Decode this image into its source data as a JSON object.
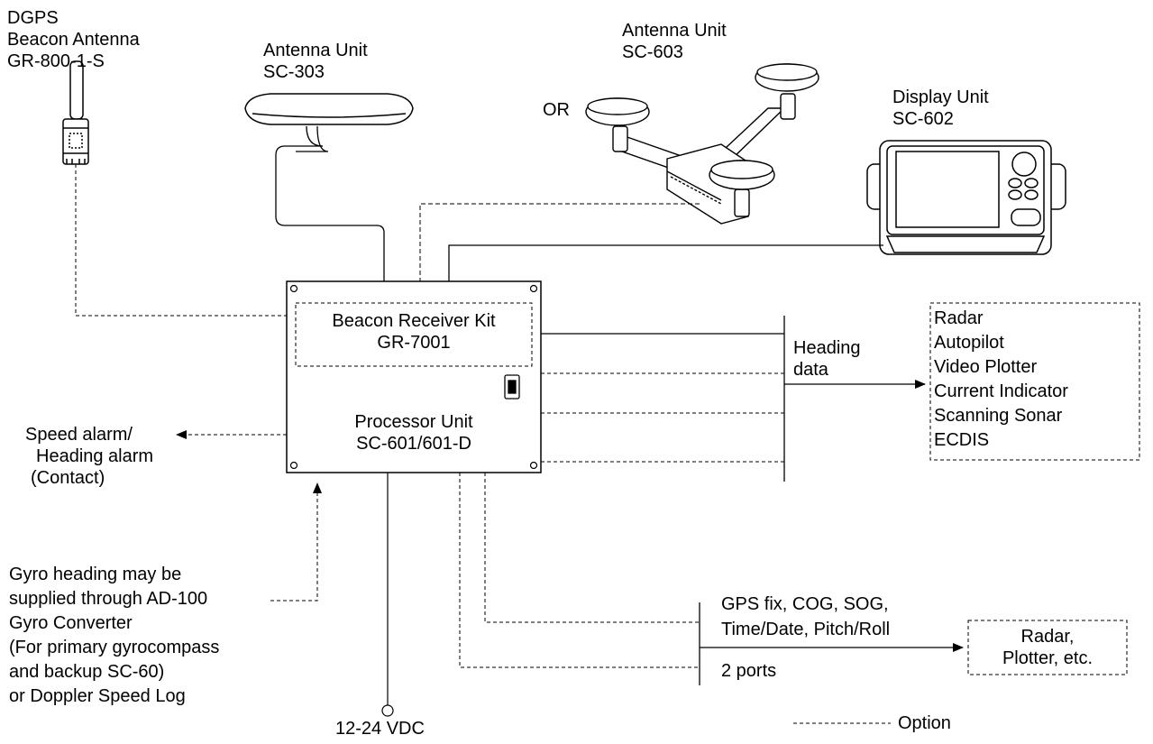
{
  "antenna_beacon": {
    "line1": "DGPS",
    "line2": "Beacon Antenna",
    "line3": "GR-800-1-S"
  },
  "antenna_sc303": {
    "line1": "Antenna Unit",
    "line2": "SC-303"
  },
  "connector_or": "OR",
  "antenna_sc603": {
    "line1": "Antenna Unit",
    "line2": "SC-603"
  },
  "display_unit": {
    "line1": "Display Unit",
    "line2": "SC-602"
  },
  "beacon_kit": {
    "line1": "Beacon Receiver Kit",
    "line2": "GR-7001"
  },
  "processor": {
    "line1": "Processor Unit",
    "line2": "SC-601/601-D"
  },
  "heading_data": {
    "line1": "Heading",
    "line2": "data"
  },
  "heading_outputs": [
    "Radar",
    "Autopilot",
    "Video Plotter",
    "Current Indicator",
    "Scanning Sonar",
    "ECDIS"
  ],
  "alarm": {
    "line1": "Speed alarm/",
    "line2": "Heading alarm",
    "line3": "(Contact)"
  },
  "gyro_note": [
    "Gyro heading may be",
    "supplied through AD-100",
    "Gyro Converter",
    "(For primary gyrocompass",
    "and backup SC-60)",
    "or Doppler Speed Log"
  ],
  "power": "12-24 VDC",
  "gps_data": {
    "line1": "GPS fix, COG, SOG,",
    "line2": "Time/Date, Pitch/Roll",
    "line3": "2 ports"
  },
  "gps_outputs": {
    "line1": "Radar,",
    "line2": "Plotter, etc."
  },
  "legend_option": "Option"
}
